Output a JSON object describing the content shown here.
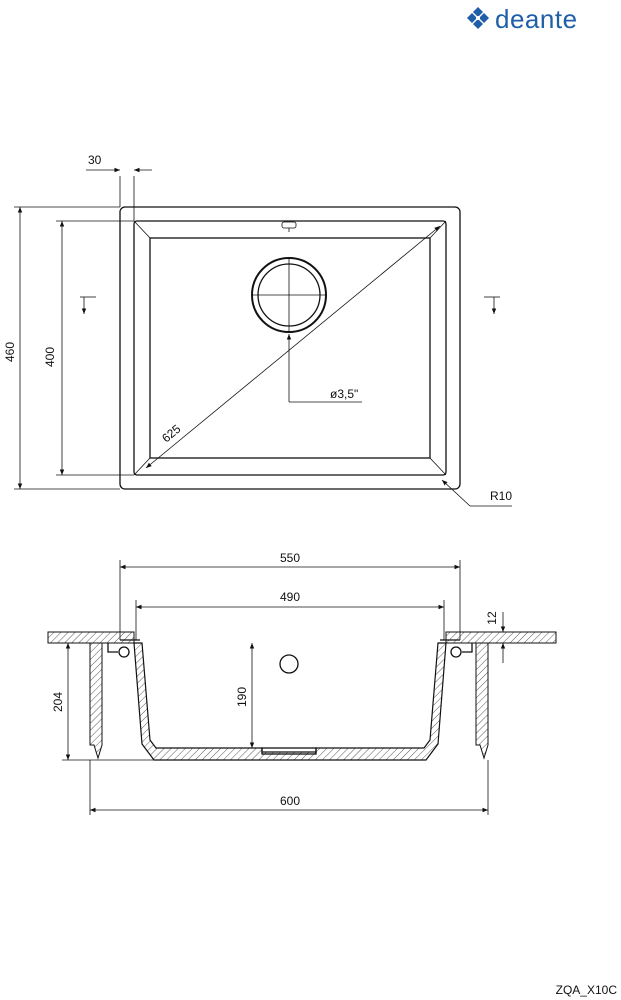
{
  "brand": {
    "name": "deante",
    "color": "#1f5fa8",
    "logo_icon": "deante-logo-icon"
  },
  "model_code": "ZQA_X10C",
  "top_view": {
    "dims": {
      "flange": "30",
      "outer_height": "460",
      "inner_height": "400",
      "diagonal": "625",
      "drain": "ø3,5\"",
      "corner_radius": "R10"
    }
  },
  "section_view": {
    "dims": {
      "top_width": "550",
      "inner_width": "490",
      "counter_thickness": "12",
      "total_depth": "204",
      "bowl_depth": "190",
      "cabinet_width": "600"
    }
  }
}
